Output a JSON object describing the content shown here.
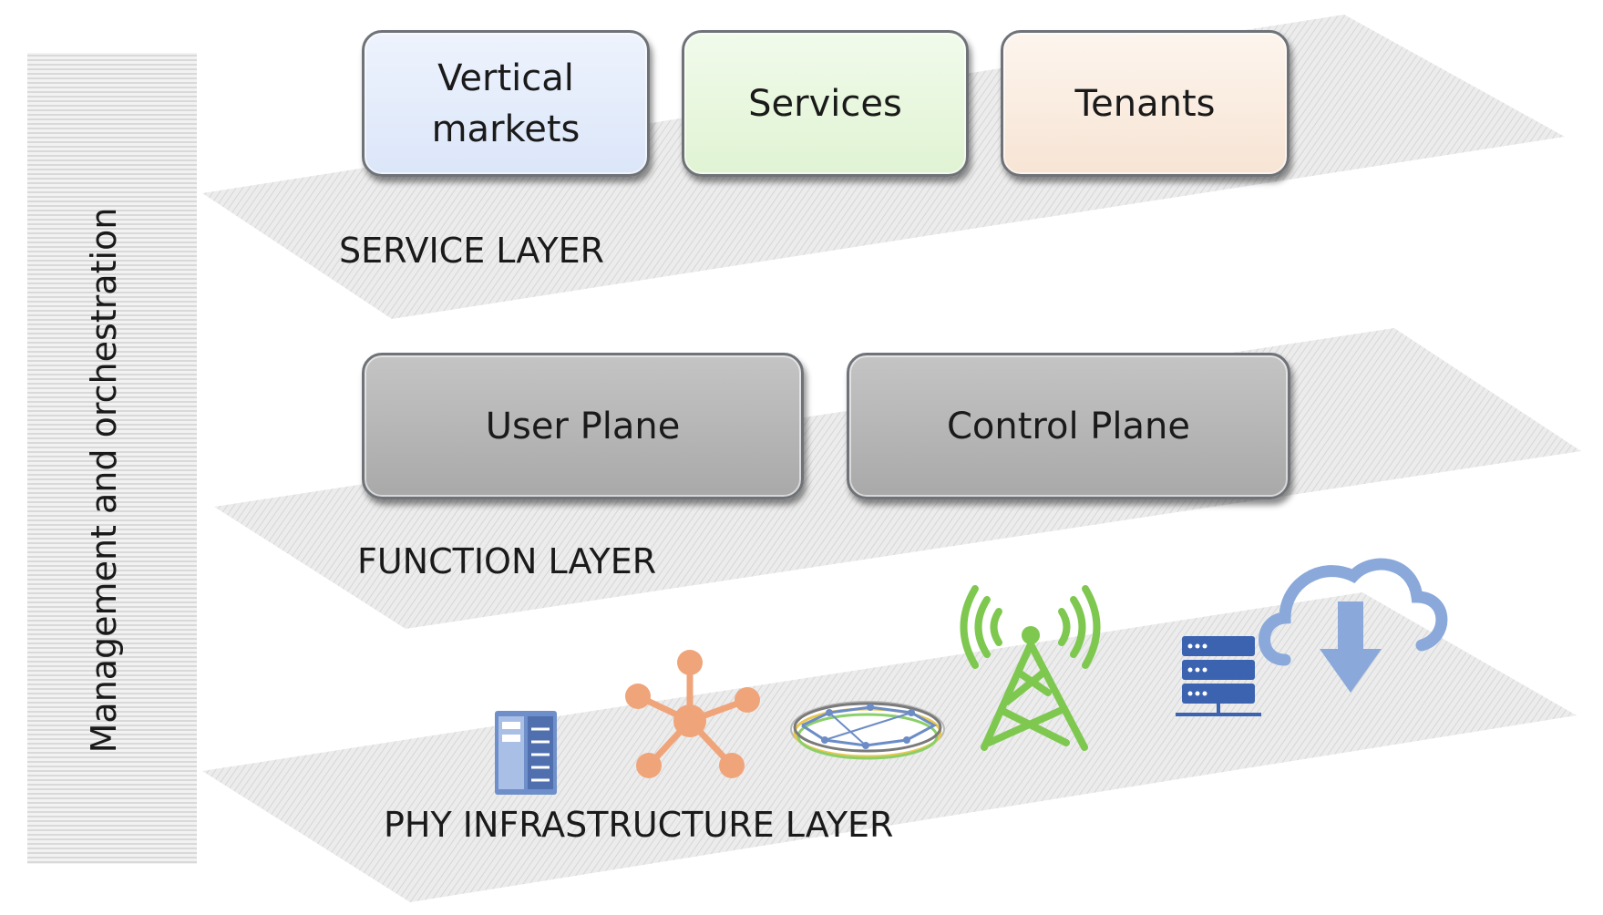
{
  "side_bar": {
    "label": "Management and orchestration"
  },
  "service_layer": {
    "label": "SERVICE LAYER",
    "boxes": [
      "Vertical markets",
      "Services",
      "Tenants"
    ]
  },
  "function_layer": {
    "label": "FUNCTION LAYER",
    "boxes": [
      "User Plane",
      "Control Plane"
    ]
  },
  "phy_layer": {
    "label": "PHY INFRASTRUCTURE LAYER",
    "icons": [
      "server-rack-icon",
      "network-hub-icon",
      "ring-network-icon",
      "cell-tower-icon",
      "server-stack-icon",
      "cloud-download-icon"
    ]
  },
  "colors": {
    "vertical_markets": "#dbe6f9",
    "services": "#e0f3d3",
    "tenants": "#f7e4d4",
    "plane_boxes": "#b5b5b5",
    "tower_green": "#7ec850",
    "hub_orange": "#f0a47a",
    "server_blue": "#3b63b0",
    "cloud_blue": "#8aa9da"
  }
}
